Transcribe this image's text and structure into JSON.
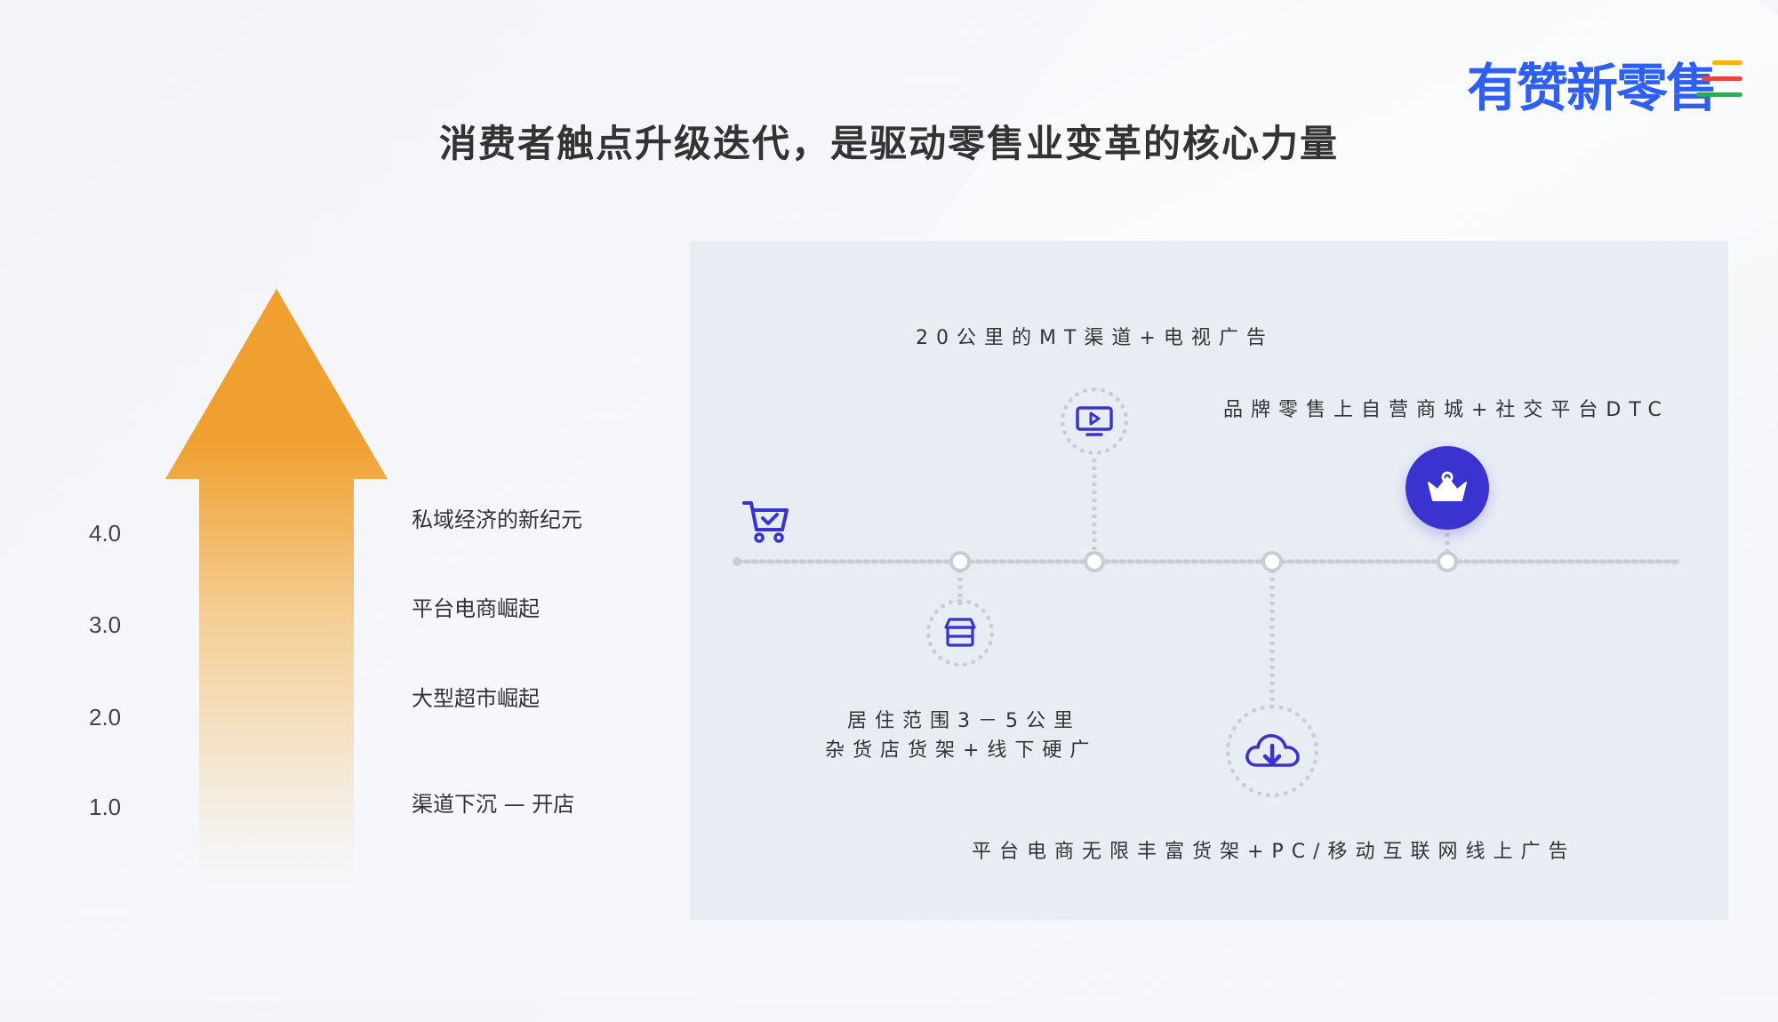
{
  "logo": {
    "text": "有赞新零售"
  },
  "title": "消费者触点升级迭代，是驱动零售业变革的核心力量",
  "levels": [
    {
      "num": "4.0",
      "label": "私域经济的新纪元"
    },
    {
      "num": "3.0",
      "label": "平台电商崛起"
    },
    {
      "num": "2.0",
      "label": "大型超市崛起"
    },
    {
      "num": "1.0",
      "label": "渠道下沉 — 开店"
    }
  ],
  "timeline": {
    "tv_text": "20公里的MT渠道+电视广告",
    "dtc_text": "品牌零售上自营商城+社交平台DTC",
    "store_line1": "居住范围3－5公里",
    "store_line2": "杂货店货架+线下硬广",
    "ecom_text": "平台电商无限丰富货架+PC/移动互联网线上广告"
  },
  "icons": [
    "cart-icon",
    "tv-icon",
    "store-icon",
    "cloud-download-icon",
    "crown-basket-icon"
  ],
  "colors": {
    "accent_blue": "#2f5ff0",
    "icon_blue": "#3a33cf",
    "arrow_orange": "#f0a030",
    "panel_bg": "#e8ecf3",
    "logo_bars": [
      "#f5b400",
      "#e8453c",
      "#34a853"
    ]
  }
}
